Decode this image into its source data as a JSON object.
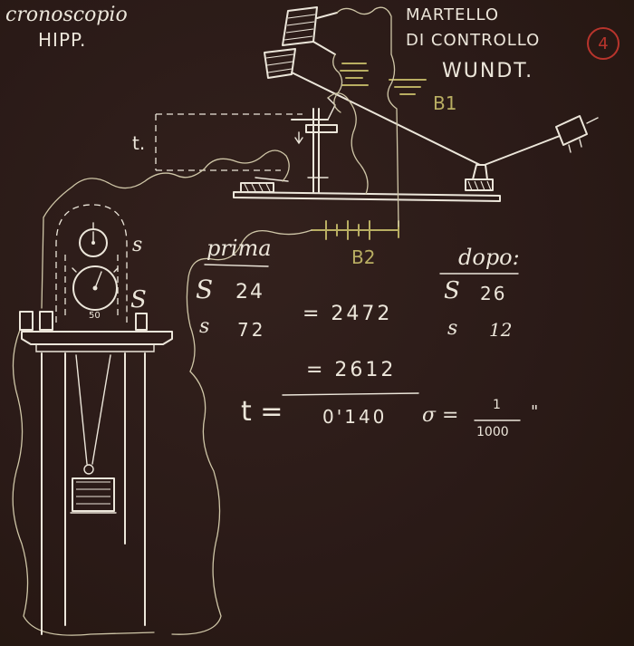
{
  "titles": {
    "chronoscope_line1": "cronoscopio",
    "chronoscope_line2": "HIPP.",
    "hammer_line1": "MARTELLO",
    "hammer_line2": "DI CONTROLLO",
    "hammer_line3": "WUNDT."
  },
  "page_number": "4",
  "battery_labels": {
    "b1": "B1",
    "b2": "B2"
  },
  "interval_label": "t.",
  "dial_labels": {
    "upper": "s",
    "lower": "S",
    "bottom_tick": "50"
  },
  "before": {
    "heading": "prima",
    "S_label": "S",
    "S_value": "24",
    "s_label": "s",
    "s_value": "72",
    "combined": "= 2472"
  },
  "after": {
    "heading": "dopo:",
    "S_label": "S",
    "S_value": "26",
    "s_label": "s",
    "s_value": "12",
    "combined": "= 2612"
  },
  "result": {
    "t_label": "t =",
    "value": "0'140",
    "sigma": "σ =",
    "fraction_num": "1",
    "fraction_den": "1000",
    "unit_mark": "\""
  },
  "colors": {
    "chalk": "#ece6da",
    "board": "#2a1a17",
    "olive": "#b9ae62",
    "red": "#b8342c"
  }
}
